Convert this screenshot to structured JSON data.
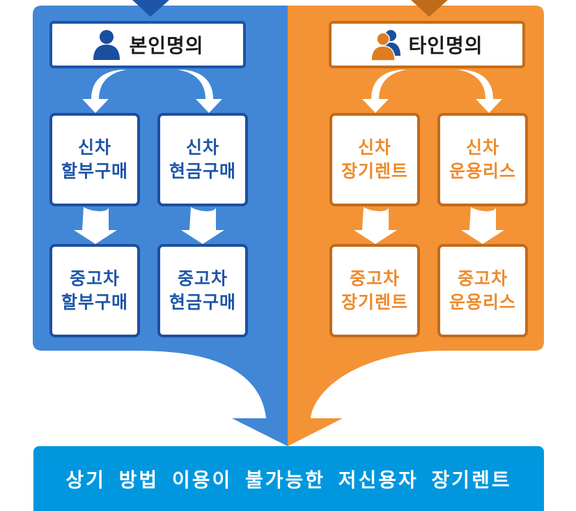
{
  "colors": {
    "blue_panel": "#4187d6",
    "blue_border": "#1d4f9e",
    "blue_text": "#1e55a8",
    "orange_panel": "#f39335",
    "orange_border": "#c36a1b",
    "orange_text": "#ee8a2a",
    "footer_bg": "#0197de",
    "footer_text": "#ffffff"
  },
  "left": {
    "header": {
      "label": "본인명의",
      "icon": "person-icon"
    },
    "boxes": [
      {
        "line1": "신차",
        "line2": "할부구매"
      },
      {
        "line1": "신차",
        "line2": "현금구매"
      },
      {
        "line1": "중고차",
        "line2": "할부구매"
      },
      {
        "line1": "중고차",
        "line2": "현금구매"
      }
    ]
  },
  "right": {
    "header": {
      "label": "타인명의",
      "icon": "two-people-icon"
    },
    "boxes": [
      {
        "line1": "신차",
        "line2": "장기렌트"
      },
      {
        "line1": "신차",
        "line2": "운용리스"
      },
      {
        "line1": "중고차",
        "line2": "장기렌트"
      },
      {
        "line1": "중고차",
        "line2": "운용리스"
      }
    ]
  },
  "footer": {
    "text": "상기 방법 이용이 불가능한 저신용자 장기렌트"
  }
}
